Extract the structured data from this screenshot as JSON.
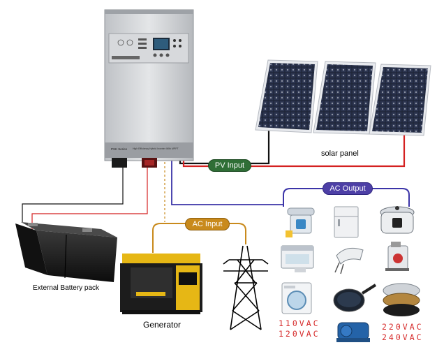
{
  "inverter": {
    "series_label": "PSK Series",
    "subtitle": "High Efficiency Hybrid Inverter With MPPT"
  },
  "labels": {
    "pv_input": "PV Input",
    "ac_output": "AC Output",
    "ac_input": "AC Input",
    "solar_panel": "solar panel",
    "battery": "External Battery pack",
    "generator": "Generator"
  },
  "voltages": {
    "low_1": "110VAC",
    "low_2": "120VAC",
    "high_1": "220VAC",
    "high_2": "240VAC"
  },
  "colors": {
    "pv_pill": "#2f6e36",
    "ac_pill": "#4d3fa6",
    "ac_input_pill": "#c98a1c",
    "dc_positive": "#d42121",
    "dc_negative": "#111111",
    "ac_output_wire": "#3b34a8",
    "ac_input_wire": "#c98a1c",
    "voltage_text": "#d62b2b"
  },
  "appliances": [
    "juicer-icon",
    "refrigerator-icon",
    "rice-cooker-icon",
    "dishwasher-icon",
    "hand-mixer-icon",
    "meat-grinder-icon",
    "washing-machine-icon",
    "frying-pan-icon",
    "waffle-maker-icon",
    "water-pump-icon"
  ]
}
